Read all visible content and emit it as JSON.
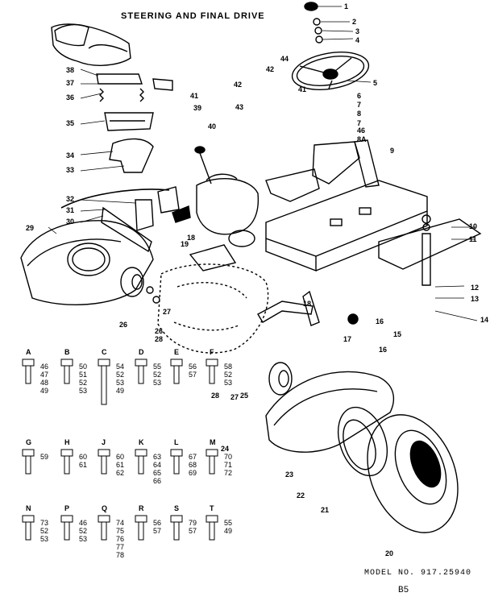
{
  "title": "STEERING AND FINAL DRIVE",
  "model": "MODEL NO. 917.25940",
  "page": "B5",
  "callouts": [
    "1",
    "2",
    "3",
    "4",
    "5",
    "6",
    "7",
    "8",
    "7",
    "46",
    "8A",
    "9",
    "10",
    "11",
    "12",
    "13",
    "14",
    "15",
    "16",
    "16",
    "17",
    "18",
    "19",
    "18",
    "20",
    "21",
    "22",
    "23",
    "24",
    "25",
    "26",
    "26",
    "27",
    "28",
    "27",
    "28",
    "29",
    "30",
    "31",
    "32",
    "33",
    "34",
    "35",
    "36",
    "37",
    "38",
    "39",
    "40",
    "41",
    "41",
    "42",
    "42",
    "43",
    "44"
  ],
  "hardware": {
    "A": [
      "46",
      "47",
      "48",
      "49"
    ],
    "B": [
      "50",
      "51",
      "52",
      "53"
    ],
    "C": [
      "54",
      "52",
      "53",
      "49"
    ],
    "D": [
      "55",
      "52",
      "53"
    ],
    "E": [
      "56",
      "57"
    ],
    "F": [
      "58",
      "52",
      "53"
    ],
    "G": [
      "59"
    ],
    "H": [
      "60",
      "61"
    ],
    "J": [
      "60",
      "61",
      "62"
    ],
    "K": [
      "63",
      "64",
      "65",
      "66"
    ],
    "L": [
      "67",
      "68",
      "69"
    ],
    "M": [
      "70",
      "71",
      "72"
    ],
    "N": [
      "73",
      "52",
      "53"
    ],
    "P": [
      "46",
      "52",
      "53"
    ],
    "Q": [
      "74",
      "75",
      "76",
      "77",
      "78"
    ],
    "R": [
      "56",
      "57"
    ],
    "S": [
      "79",
      "57"
    ],
    "T": [
      "55",
      "49"
    ]
  }
}
